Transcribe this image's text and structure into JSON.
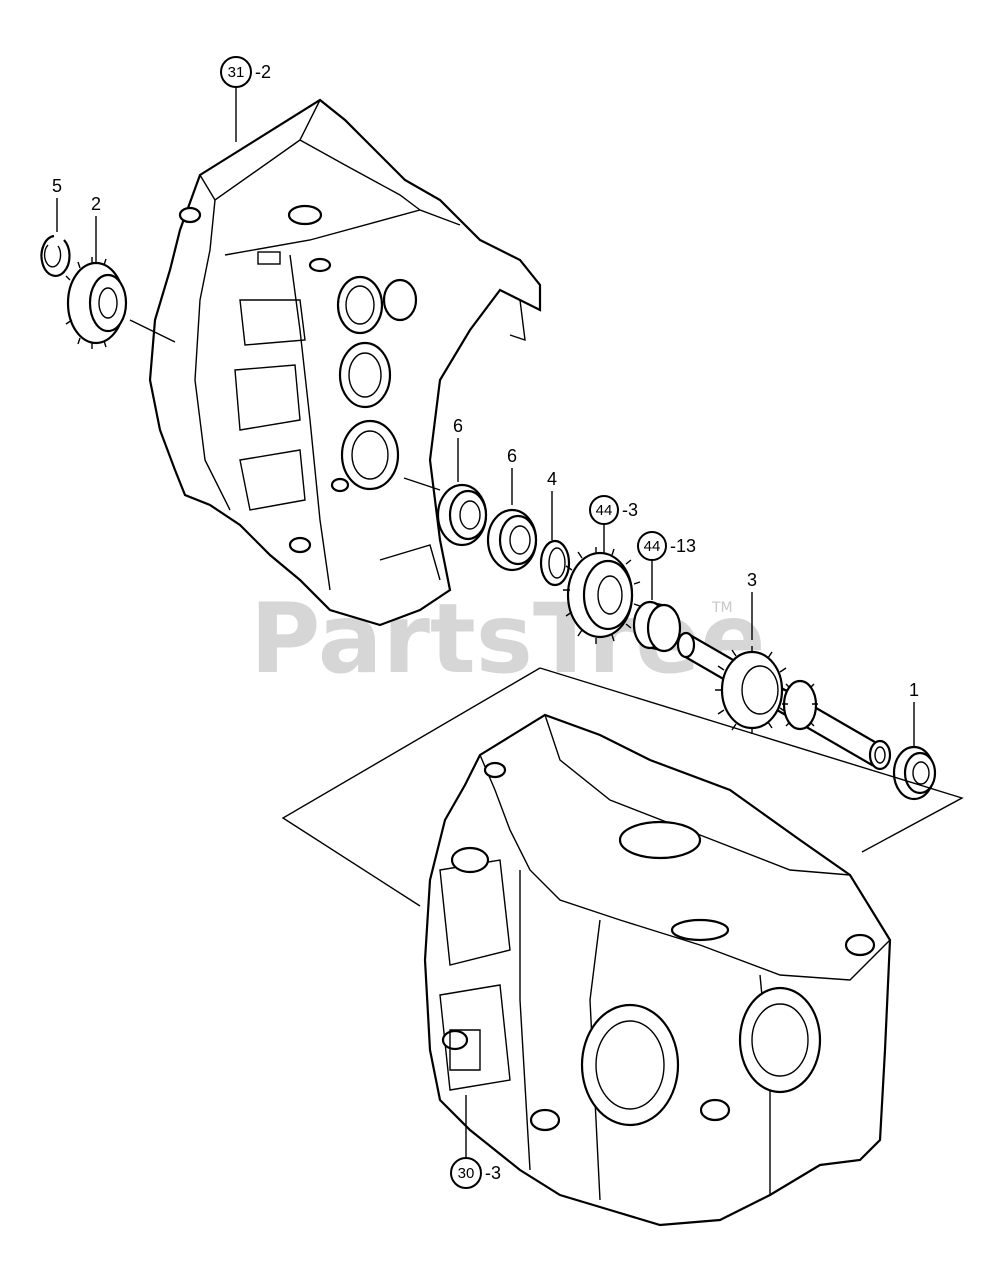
{
  "watermark": {
    "text": "PartsTree",
    "trademark": "TM"
  },
  "callouts": {
    "housing_top": {
      "circled": "31",
      "suffix": "-2"
    },
    "housing_bottom": {
      "circled": "30",
      "suffix": "-3"
    },
    "gear_44_3": {
      "circled": "44",
      "suffix": "-3"
    },
    "bearing_44_13": {
      "circled": "44",
      "suffix": "-13"
    },
    "snap_ring": {
      "label": "5"
    },
    "small_gear": {
      "label": "2"
    },
    "bearing_a": {
      "label": "6"
    },
    "bearing_b": {
      "label": "6"
    },
    "collar": {
      "label": "4"
    },
    "shaft": {
      "label": "3"
    },
    "end_bearing": {
      "label": "1"
    }
  }
}
